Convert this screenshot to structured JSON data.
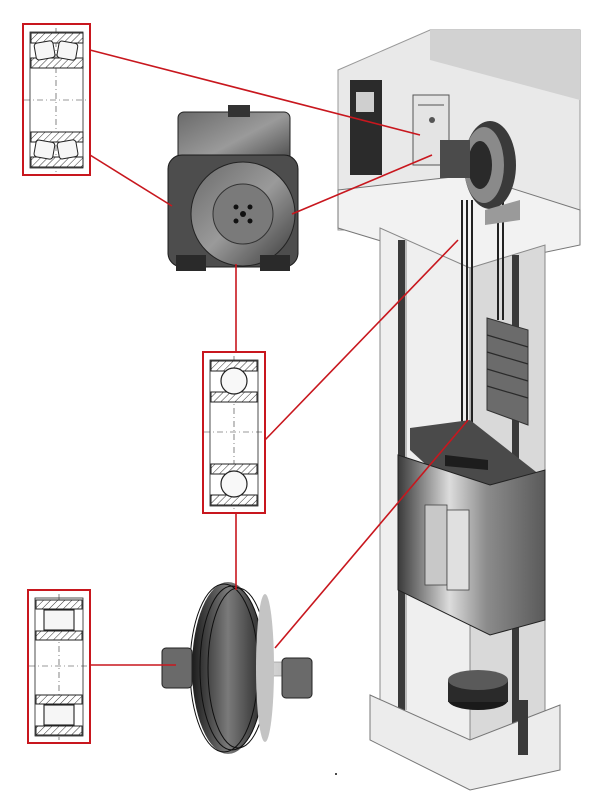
{
  "figure": {
    "caption": "",
    "callouts": [
      {
        "id": "spherical-roller-bearing",
        "from": "bearing-diagram-top",
        "to": "motor-and-traction-sheave"
      },
      {
        "id": "deep-groove-ball-bearing",
        "from": "bearing-diagram-middle",
        "to": "machine-room-sheave"
      },
      {
        "id": "cylindrical-roller-bearing",
        "from": "bearing-diagram-bottom",
        "to": "deflector-sheave"
      }
    ],
    "colors": {
      "callout": "#c8171e",
      "shaft": "#e6e6e6",
      "machinery": "#4a4a4a",
      "background": "#ffffff"
    }
  }
}
